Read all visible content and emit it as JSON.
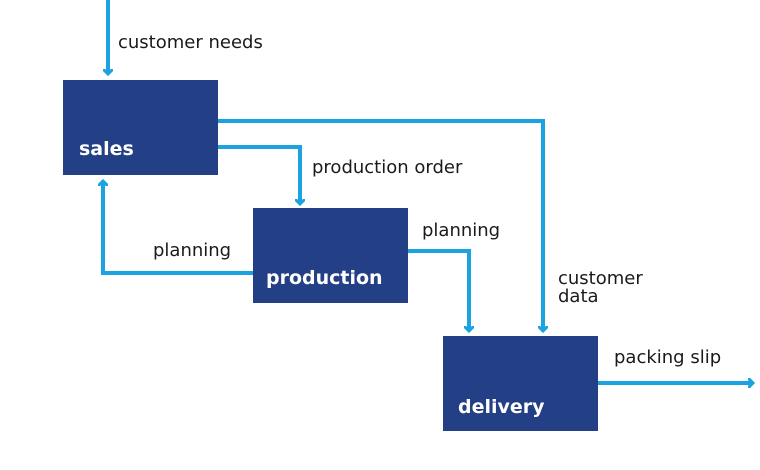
{
  "colors": {
    "box": "#233f85",
    "arrow": "#1aa3e0",
    "text": "#1a1a1a",
    "box_text": "#ffffff"
  },
  "nodes": {
    "sales": "sales",
    "production": "production",
    "delivery": "delivery"
  },
  "flows": {
    "customer_needs": "customer needs",
    "production_order": "production order",
    "planning_to_sales": "planning",
    "planning_to_delivery": "planning",
    "customer_data_line1": "customer",
    "customer_data_line2": "data",
    "packing_slip": "packing slip"
  }
}
